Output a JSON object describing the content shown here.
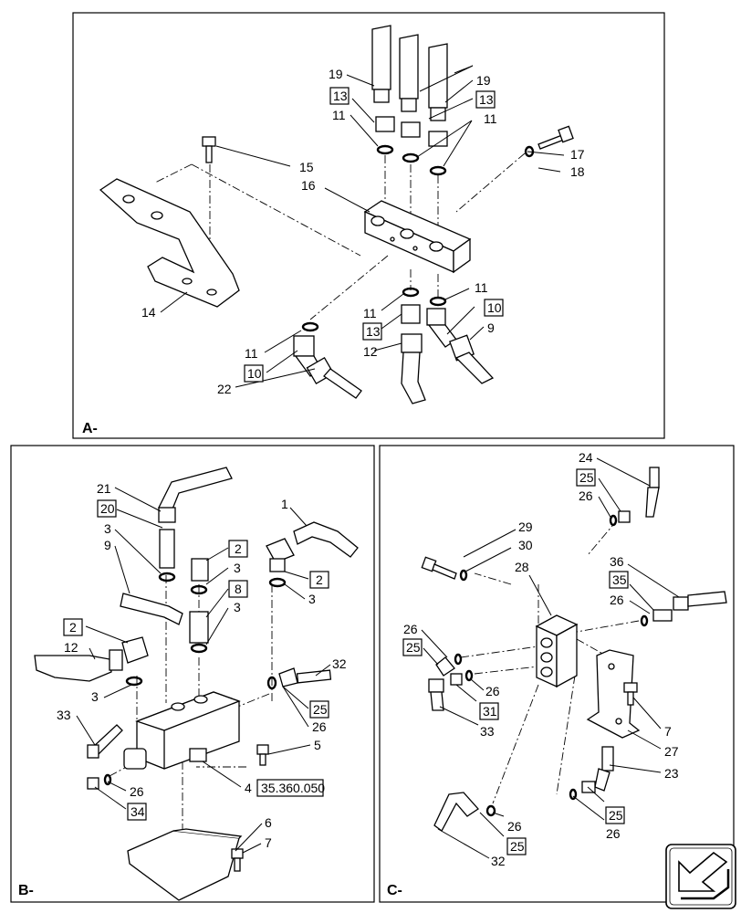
{
  "panels": {
    "a": {
      "label": "A-",
      "callouts": [
        "19",
        "19",
        "13",
        "13",
        "11",
        "11",
        "15",
        "17",
        "18",
        "16",
        "14",
        "11",
        "11",
        "13",
        "10",
        "12",
        "9",
        "11",
        "10",
        "22"
      ]
    },
    "b": {
      "label": "B-",
      "callouts": [
        "21",
        "20",
        "3",
        "9",
        "2",
        "3",
        "8",
        "3",
        "1",
        "2",
        "3",
        "2",
        "12",
        "3",
        "32",
        "25",
        "26",
        "33",
        "5",
        "4",
        "35.360.050",
        "26",
        "34",
        "6",
        "7"
      ]
    },
    "c": {
      "label": "C-",
      "callouts": [
        "24",
        "25",
        "26",
        "29",
        "30",
        "28",
        "36",
        "35",
        "26",
        "26",
        "25",
        "26",
        "31",
        "33",
        "7",
        "27",
        "23",
        "25",
        "26",
        "26",
        "25",
        "32"
      ]
    }
  },
  "nav": {
    "icon": "arrow-icon"
  }
}
